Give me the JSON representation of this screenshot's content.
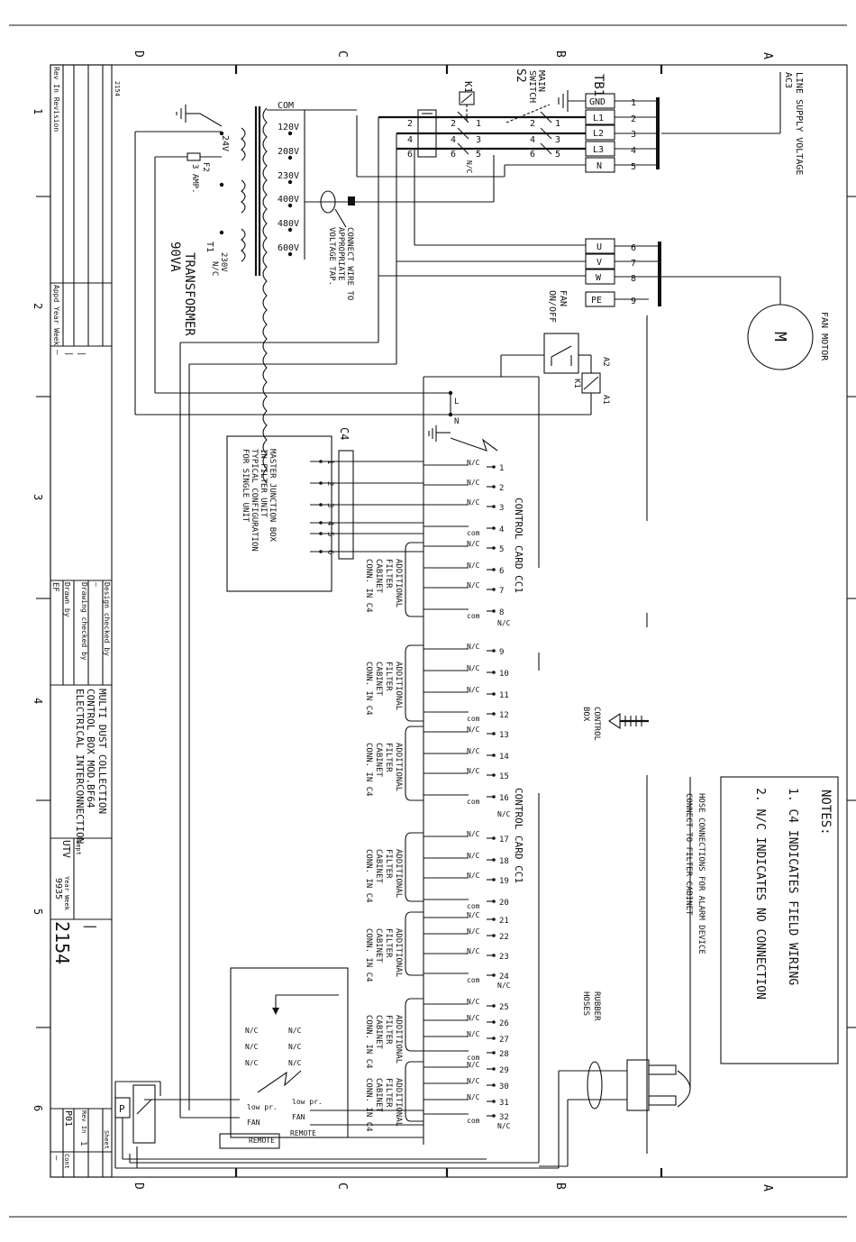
{
  "border": {
    "zones_top": [
      "D",
      "C",
      "B",
      "A"
    ],
    "zones_bottom": [
      "D",
      "C",
      "B",
      "A"
    ],
    "zones_side": [
      "1",
      "2",
      "3",
      "4",
      "5",
      "6"
    ]
  },
  "title_block": {
    "rev_in_revision": "Rev In Revision",
    "appd_year_week": "Appd Year Week",
    "dashes": [
      "—",
      "|",
      "|"
    ],
    "design_checked_by": "Design checked by",
    "drawing_checked_by": "Drawing checked by",
    "drawn_by": "Drawn by",
    "drawn_by_value": "EF",
    "dash_small": "—",
    "title_line1": "MULTI DUST COLLECTION",
    "title_line2": "CONTROL BOX MOD.BF64",
    "title_line3": "ELECTRICAL INTERCONNECTION",
    "dept_label": "Dept",
    "dept_value": "UTV",
    "year_week_label": "Year Week",
    "year_week_value": "9935",
    "drawing_no": "2154",
    "drawing_no_small": "2154",
    "rev_label": "Rev In",
    "sheet_label": "Sheet",
    "rev_value": "P01",
    "sheet_value": "1",
    "cont_label": "Cont",
    "cont_value": "—"
  },
  "notes": {
    "title": "NOTES:",
    "note1": "1.  C4 INDICATES FIELD WIRING",
    "note2": "2.  N/C INDICATES NO CONNECTION",
    "hose1": "HOSE CONNECTIONS FOR ALARM DEVICE",
    "hose2": "CONNECT TO FILTER CABINET"
  },
  "supply": {
    "line_supply_1": "LINE SUPPLY VOLTAGE",
    "line_supply_2": "AC3",
    "tb1": "TB1",
    "main_switch_1": "MAIN",
    "main_switch_2": "SWITCH",
    "main_switch_3": "S2",
    "k1": "K1",
    "terminals": [
      "GND",
      "L1",
      "L2",
      "L3",
      "N"
    ],
    "terminal_numbers": [
      "1",
      "2",
      "3",
      "4",
      "5"
    ],
    "motor_terminals": [
      "U",
      "V",
      "W",
      "PE"
    ],
    "motor_terminal_numbers": [
      "6",
      "7",
      "8",
      "9"
    ],
    "fan_motor": "FAN MOTOR",
    "motor_symbol": "M",
    "fan_onoff_1": "FAN",
    "fan_onoff_2": "ON/OFF",
    "a1": "A1",
    "a2": "A2",
    "k1b": "K1",
    "contact_pairs": [
      "2",
      "1",
      "4",
      "3",
      "6",
      "5"
    ],
    "nc": "N/C"
  },
  "transformer": {
    "taps": [
      "COM",
      "120V",
      "208V",
      "230V",
      "400V",
      "480V",
      "600V"
    ],
    "secondary": [
      "24V",
      "230V"
    ],
    "t1": "T1",
    "t1_nc": "N/C",
    "f2": "F2",
    "f2_rating": "3 AMP.",
    "title1": "TRANSFORMER",
    "title2": "90VA",
    "connect1": "CONNECT WIRE TO",
    "connect2": "APPROPRIATE",
    "connect3": "VOLTAGE TAP."
  },
  "control_card": {
    "label": "CONTROL CARD CC1",
    "label2": "CONTROL CARD CC1",
    "terminals": [
      "1",
      "2",
      "3",
      "4",
      "5",
      "6",
      "7",
      "8",
      "9",
      "10",
      "11",
      "12",
      "13",
      "14",
      "15",
      "16",
      "17",
      "18",
      "19",
      "20",
      "21",
      "22",
      "23",
      "24",
      "25",
      "26",
      "27",
      "28",
      "29",
      "30",
      "31",
      "32"
    ],
    "nc": "N/C",
    "com": "com",
    "l": "L",
    "n": "N"
  },
  "junction": {
    "c4": "C4",
    "c4_terms": [
      "1",
      "2",
      "3",
      "4",
      "5",
      "6"
    ],
    "line1": "MASTER JUNCTION BOX",
    "line2": "IN FILTER UNIT",
    "line3": "TYPICAL CONFIGURATION",
    "line4": "FOR SINGLE UNIT"
  },
  "cabinets": {
    "line1": "ADDITIONAL",
    "line2": "FILTER",
    "line3": "CABINET",
    "line4": "CONN. IN C4"
  },
  "remote": {
    "low_pr": "low pr.",
    "fan": "FAN",
    "remote": "REMOTE",
    "nc": "N/C",
    "p": "P"
  },
  "hoses": {
    "control_box_1": "CONTROL",
    "control_box_2": "BOX",
    "rubber_1": "RUBBER",
    "rubber_2": "HOSES"
  }
}
